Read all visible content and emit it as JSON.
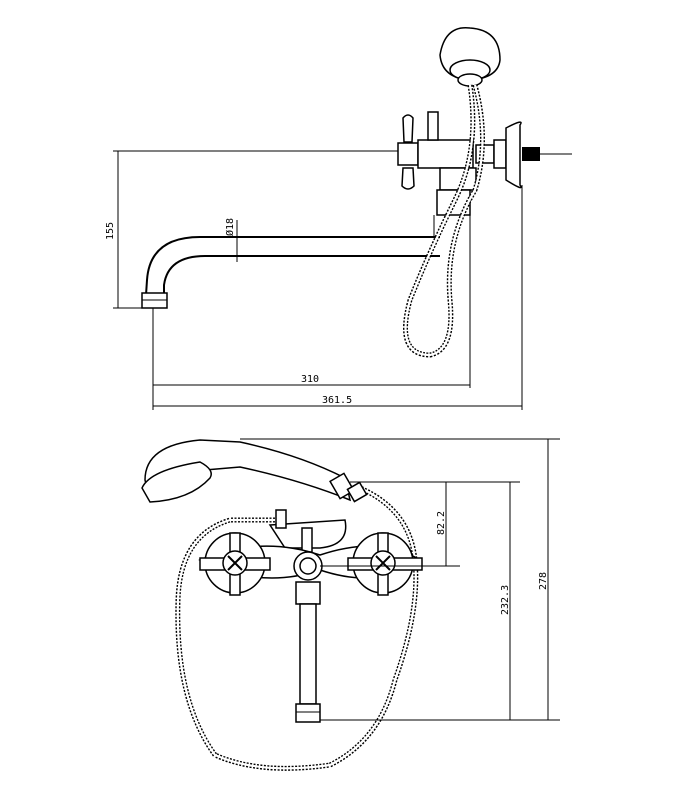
{
  "dimensions": {
    "side_view": {
      "height_label": "155",
      "spout_diameter_label": "Ø18",
      "spout_length_label": "310",
      "total_length_label": "361.5"
    },
    "front_view": {
      "short_label": "82.2",
      "mid_label": "232.3",
      "total_label": "278"
    }
  }
}
